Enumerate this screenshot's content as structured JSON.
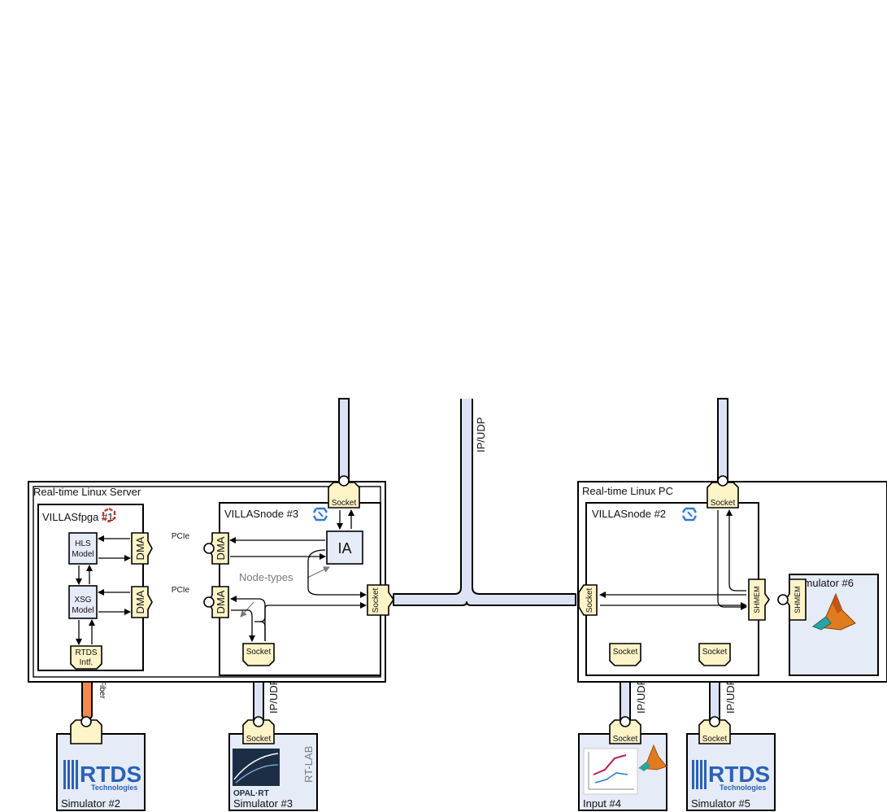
{
  "labels": {
    "server": "Real-time Linux Server",
    "fpga": "VILLASfpga #1",
    "node3": "VILLASnode #3",
    "pc": "Real-time Linux PC",
    "node2": "VILLASnode #2",
    "sim6": "Simulator #6",
    "sim2": "Simulator #2",
    "sim3": "Simulator #3",
    "input4": "Input #4",
    "sim5": "Simulator #5",
    "hls1": "HLS",
    "hls2": "Model",
    "xsg1": "XSG",
    "xsg2": "Model",
    "rtds1": "RTDS",
    "rtds2": "Intf.",
    "dma": "DMA",
    "pcie": "PCIe",
    "ia": "IA",
    "node_types": "Node-types",
    "socket": "Socket",
    "shmem": "SHMEM",
    "ipudp": "IP/UDP",
    "fiber": "Fiber",
    "rtlab": "RT-LAB",
    "opalrt": "OPAL·RT",
    "rtds_logo": "RTDS",
    "rtds_tech": "Technologies"
  },
  "colors": {
    "pipe": "#dce3f5",
    "block": "#fff4c8",
    "model": "#e6ebf8",
    "fiber": "#f28a4e",
    "rtds_blue": "#2a62b5",
    "opal_dark": "#1b2e45",
    "villas_blue": "#2c7ad6",
    "fpga_red": "#c0392b"
  },
  "icons": [
    "villas-logo-icon",
    "fpga-logo-icon",
    "matlab-icon",
    "rtds-logo-icon",
    "opalrt-logo-icon",
    "chart-icon"
  ]
}
